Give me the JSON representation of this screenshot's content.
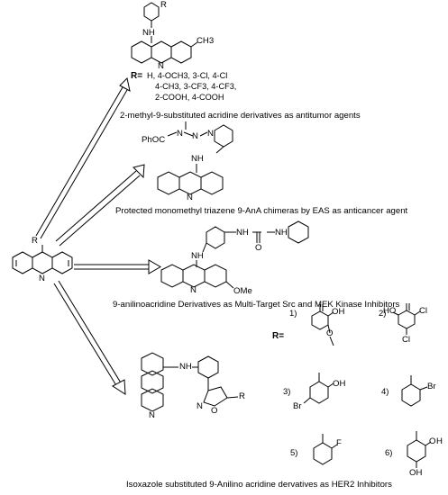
{
  "core": {
    "r_label": "R",
    "n_label": "N"
  },
  "mol1": {
    "nh": "NH",
    "r": "R",
    "n": "N",
    "ch3": "CH3",
    "r_key": "R=",
    "substituents": [
      "H, 4-OCH3, 3-Cl, 4-Cl",
      "4-CH3, 3-CF3, 4-CF3,",
      "2-COOH, 4-COOH"
    ],
    "caption": "2-methyl-9-substituted acridine derivatives as antitumor agents"
  },
  "mol2": {
    "phoc": "PhOC",
    "n_a": "N",
    "n_b": "N",
    "n_c": "N",
    "nh": "NH",
    "n": "N",
    "caption": "Protected monomethyl triazene 9-AnA chimeras by EAS as anticancer agent"
  },
  "mol3": {
    "nh": "NH",
    "n": "N",
    "o": "O",
    "nh_a": "NH",
    "nh_b": "NH",
    "ome": "OMe",
    "caption": "9-anilinoacridine Derivatives as Multi-Target Src and MEK Kinase Inhibitors"
  },
  "mol4": {
    "nh": "NH",
    "n": "N",
    "n_iso": "N",
    "o_iso": "O",
    "r": "R",
    "caption": "Isoxazole substituted 9-Anilino acridine dervatives as HER2 Inhibitors"
  },
  "r_groups": {
    "key": "R=",
    "items": [
      {
        "num": "1)",
        "atoms": [
          "OH",
          "O"
        ]
      },
      {
        "num": "2)",
        "atoms": [
          "HO",
          "Cl",
          "Cl"
        ]
      },
      {
        "num": "3)",
        "atoms": [
          "OH",
          "Br"
        ]
      },
      {
        "num": "4)",
        "atoms": [
          "Br"
        ]
      },
      {
        "num": "5)",
        "atoms": [
          "F"
        ]
      },
      {
        "num": "6)",
        "atoms": [
          "O",
          "H",
          "OH"
        ]
      }
    ]
  }
}
